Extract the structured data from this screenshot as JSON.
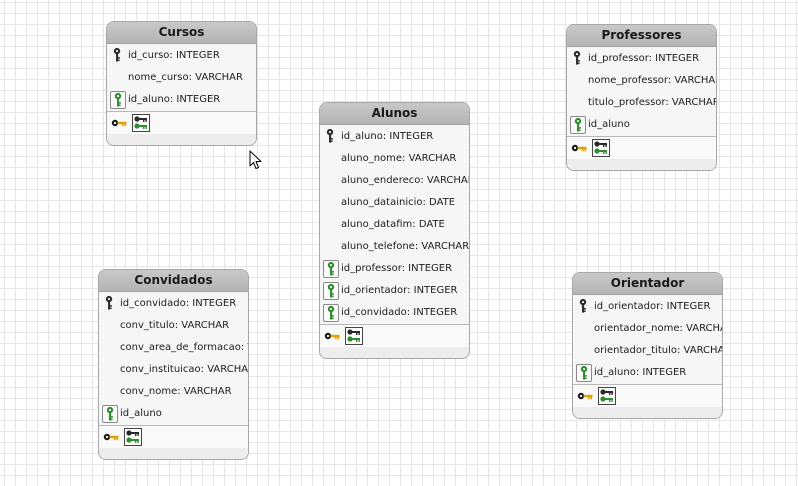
{
  "entities": {
    "cursos": {
      "title": "Cursos",
      "attrs": [
        {
          "text": "id_curso: INTEGER",
          "key": "pk"
        },
        {
          "text": "nome_curso: VARCHAR",
          "key": "none"
        },
        {
          "text": "id_aluno: INTEGER",
          "key": "fk"
        }
      ]
    },
    "professores": {
      "title": "Professores",
      "attrs": [
        {
          "text": "id_professor: INTEGER",
          "key": "pk"
        },
        {
          "text": "nome_professor: VARCHAR",
          "key": "none"
        },
        {
          "text": "titulo_professor: VARCHAR",
          "key": "none"
        },
        {
          "text": "id_aluno",
          "key": "fk"
        }
      ]
    },
    "alunos": {
      "title": "Alunos",
      "attrs": [
        {
          "text": "id_aluno: INTEGER",
          "key": "pk"
        },
        {
          "text": "aluno_nome: VARCHAR",
          "key": "none"
        },
        {
          "text": "aluno_endereco: VARCHAR",
          "key": "none"
        },
        {
          "text": "aluno_datainicio: DATE",
          "key": "none"
        },
        {
          "text": "aluno_datafim: DATE",
          "key": "none"
        },
        {
          "text": "aluno_telefone: VARCHAR",
          "key": "none"
        },
        {
          "text": "id_professor: INTEGER",
          "key": "fk"
        },
        {
          "text": "id_orientador: INTEGER",
          "key": "fk"
        },
        {
          "text": "id_convidado: INTEGER",
          "key": "fk"
        }
      ]
    },
    "convidados": {
      "title": "Convidados",
      "attrs": [
        {
          "text": "id_convidado: INTEGER",
          "key": "pk"
        },
        {
          "text": "conv_titulo: VARCHAR",
          "key": "none"
        },
        {
          "text": "conv_area_de_formacao: VARCHAR",
          "key": "none"
        },
        {
          "text": "conv_instituicao: VARCHAR",
          "key": "none"
        },
        {
          "text": "conv_nome: VARCHAR",
          "key": "none"
        },
        {
          "text": "id_aluno",
          "key": "fk"
        }
      ]
    },
    "orientador": {
      "title": "Orientador",
      "attrs": [
        {
          "text": "id_orientador: INTEGER",
          "key": "pk"
        },
        {
          "text": "orientador_nome: VARCHAR",
          "key": "none"
        },
        {
          "text": "orientador_titulo: VARCHAR",
          "key": "none"
        },
        {
          "text": "id_aluno: INTEGER",
          "key": "fk"
        }
      ]
    }
  },
  "icons": {
    "primary_key": "primary-key-icon",
    "foreign_key": "foreign-key-icon",
    "footer_primary": "add-primary-key-icon",
    "footer_foreign": "add-foreign-key-icon",
    "cursor": "mouse-pointer-icon"
  },
  "colors": {
    "pk_key": "#2a2a2a",
    "fk_key": "#2e8b2e",
    "footer_key": "#e0a000",
    "title_bg": "#bdbdbd",
    "grid": "#e6e6e6"
  }
}
